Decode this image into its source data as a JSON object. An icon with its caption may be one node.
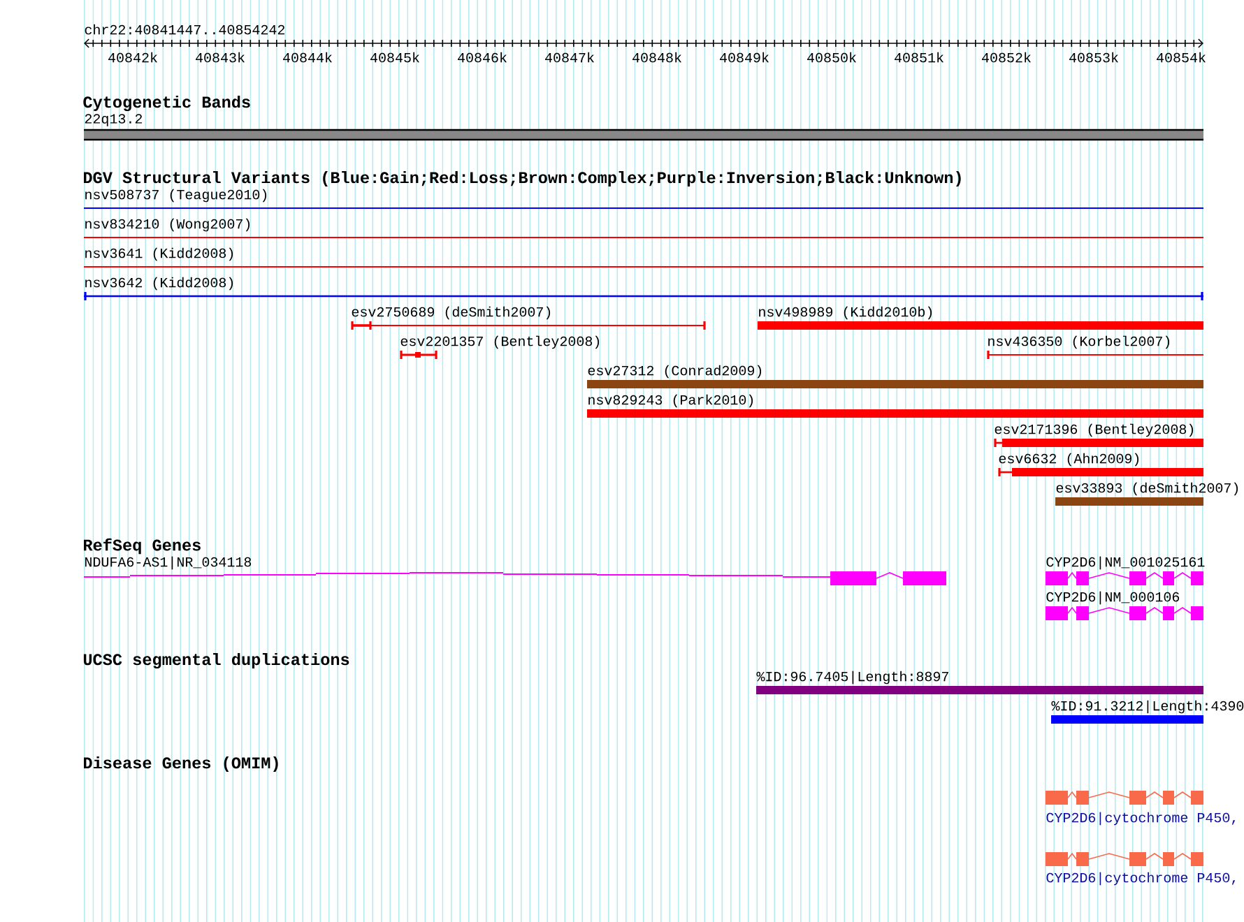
{
  "diagram": {
    "labels": [
      "chr22:40841447..40854242",
      "40842k",
      "40843k",
      "40844k",
      "40845k",
      "40846k",
      "40847k",
      "40848k",
      "40849k",
      "40850k",
      "40851k",
      "40852k",
      "40853k",
      "40854k",
      "Cytogenetic Bands",
      "22q13.2",
      "DGV Structural Variants (Blue:Gain;Red:Loss;Brown:Complex;Purple:Inversion;Black:Unknown)",
      "nsv508737 (Teague2010)",
      "nsv834210 (Wong2007)",
      "nsv3641 (Kidd2008)",
      "nsv3642 (Kidd2008)",
      "esv2750689 (deSmith2007)",
      "nsv498989 (Kidd2010b)",
      "esv2201357 (Bentley2008)",
      "nsv436350 (Korbel2007)",
      "esv27312 (Conrad2009)",
      "nsv829243 (Park2010)",
      "esv2171396 (Bentley2008)",
      "esv6632 (Ahn2009)",
      "esv33893 (deSmith2007)",
      "RefSeq Genes",
      "NDUFA6-AS1|NR_034118",
      "CYP2D6|NM_001025161",
      "CYP2D6|NM_000106",
      "UCSC segmental duplications",
      "%ID:96.7405|Length:8897",
      "%ID:91.3212|Length:4390",
      "Disease Genes (OMIM)",
      "CYP2D6|cytochrome P450,",
      "CYP2D6|cytochrome P450,"
    ]
  }
}
